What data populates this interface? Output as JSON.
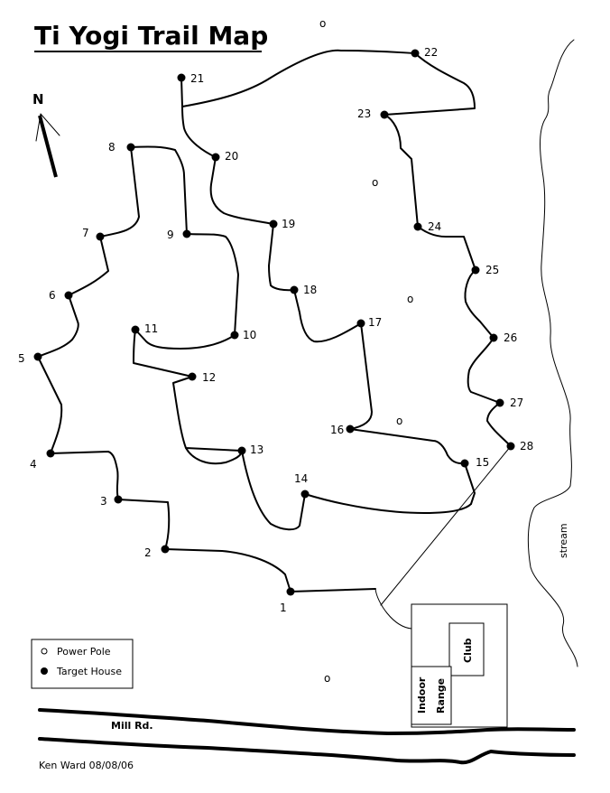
{
  "title": "Ti Yogi Trail Map",
  "north_label": "N",
  "legend": {
    "power_pole": "Power Pole",
    "target_house": "Target House"
  },
  "road_label": "Mill Rd.",
  "stream_label": "stream",
  "buildings": {
    "club": "Club",
    "indoor": "Indoor",
    "range": "Range"
  },
  "credit": "Ken Ward 08/08/06",
  "target_houses": [
    "1",
    "2",
    "3",
    "4",
    "5",
    "6",
    "7",
    "8",
    "9",
    "10",
    "11",
    "12",
    "13",
    "14",
    "15",
    "16",
    "17",
    "18",
    "19",
    "20",
    "21",
    "22",
    "23",
    "24",
    "25",
    "26",
    "27",
    "28"
  ],
  "power_pole_symbol": "o"
}
